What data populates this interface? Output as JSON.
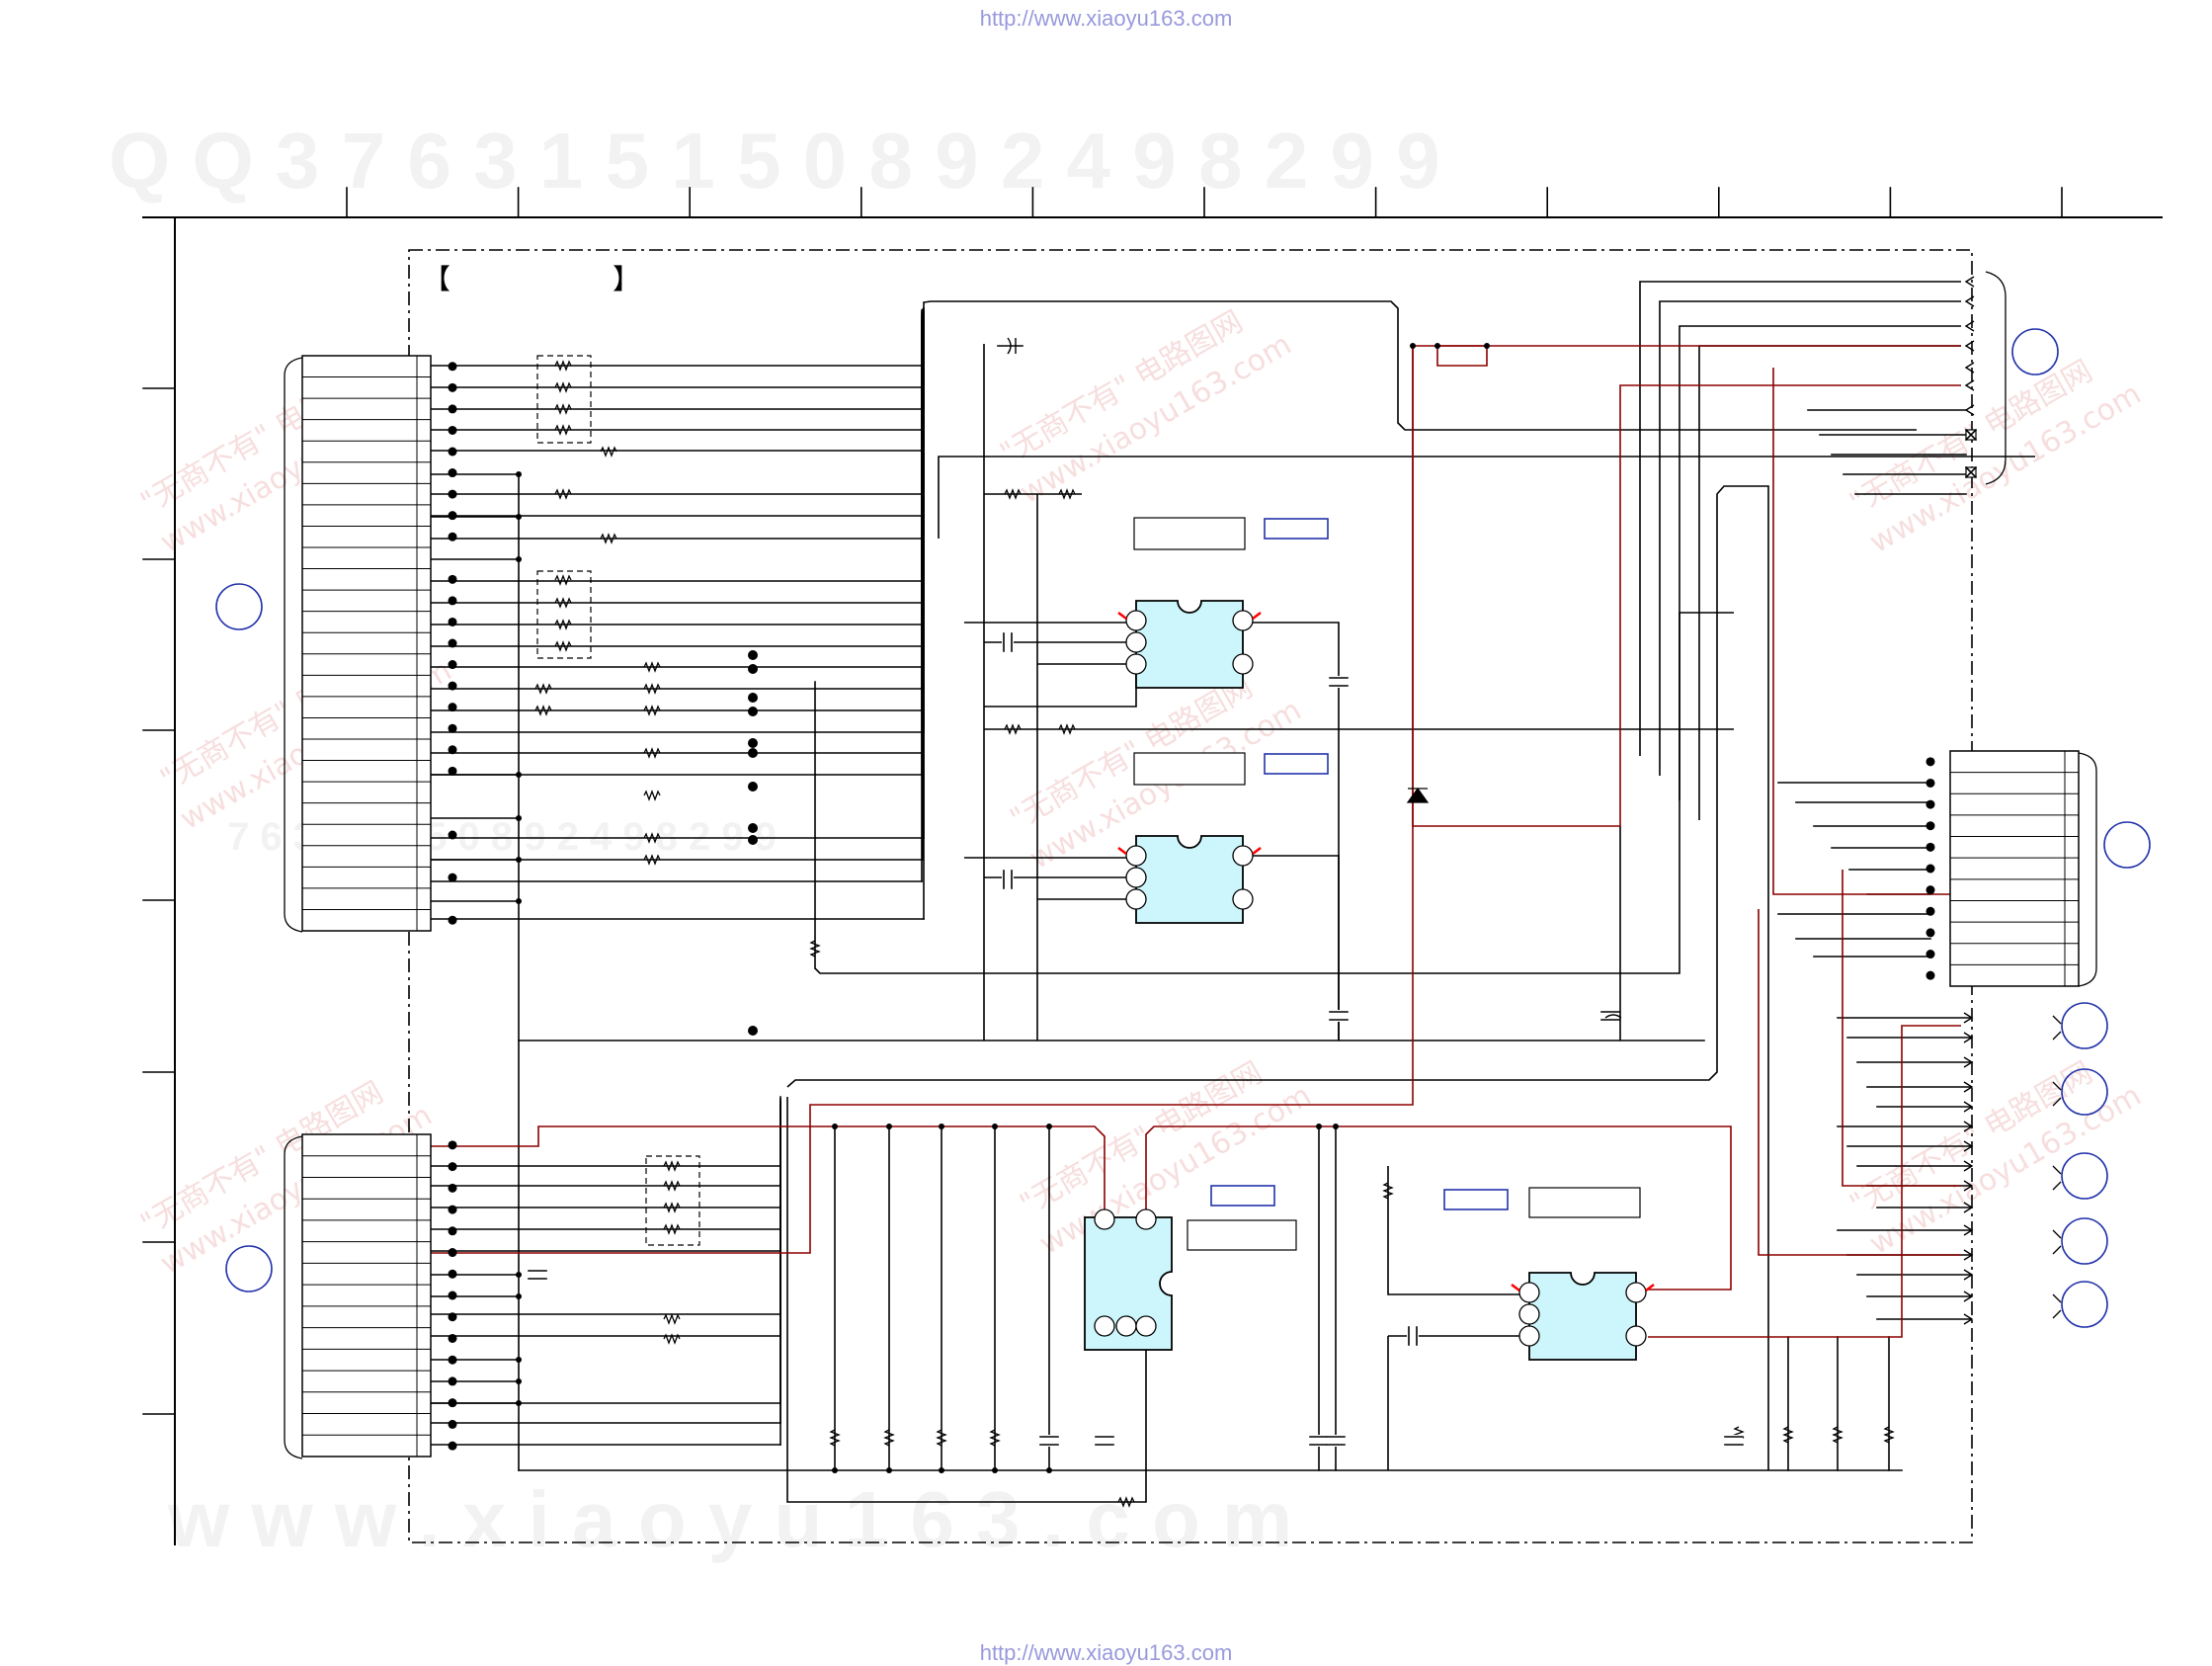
{
  "header": {
    "url": "http://www.xiaoyu163.com"
  },
  "footer": {
    "url": "http://www.xiaoyu163.com"
  },
  "watermark": {
    "top_digits": "Q Q   3 7 6 3 1 5 1 5 0       8 9 2 4 9 8 2 9 9",
    "mid_digits": "7 6 3 1 5 1 5 0   8 9 2 4 9 8 2 9 9",
    "bottom_text": "w w w . x i a o y u 1 6 3 . c o m",
    "cn_text": "\"无商不有\" 电路图网",
    "site_text": "www.xiaoyu163.com"
  },
  "board": {
    "bracket_left": "【",
    "bracket_right": "】"
  },
  "colors": {
    "link": "#9999dd",
    "line": "#000000",
    "power_line": "#8b0000",
    "ic_fill": "#ccf6fb",
    "marker": "#2233aa",
    "watermark": "#f2f2f2",
    "watermark_red": "#f7dede",
    "pin_arrow": "#ff0000"
  }
}
